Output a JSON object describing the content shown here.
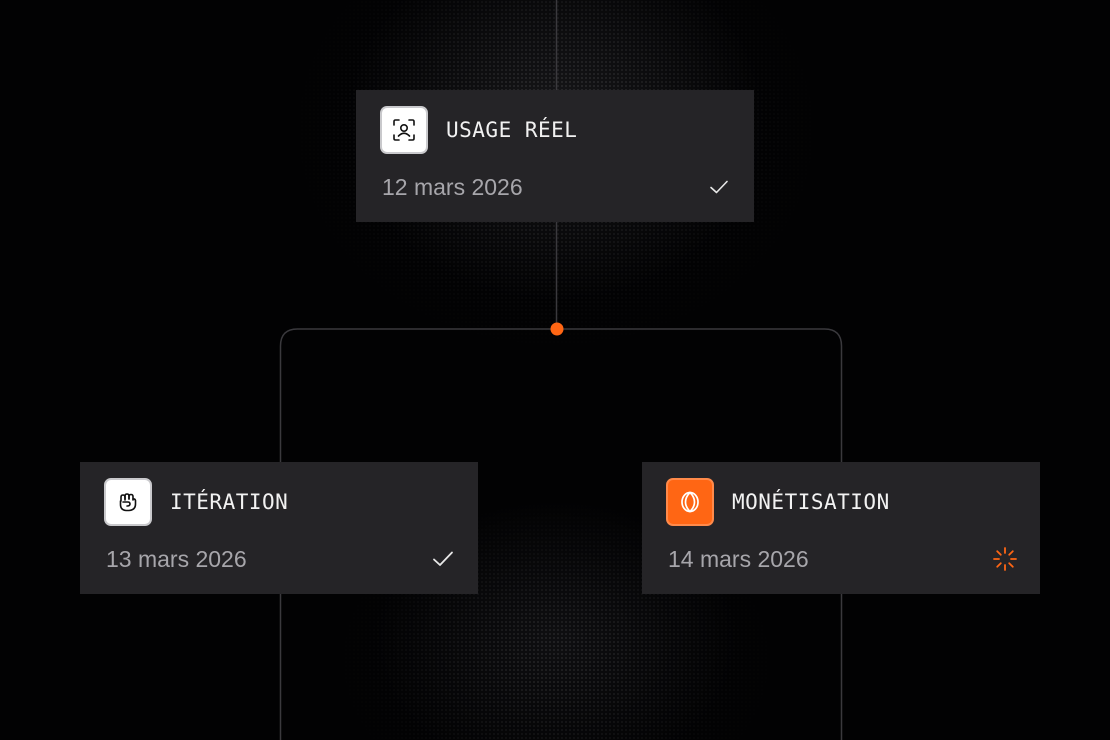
{
  "colors": {
    "background": "#020203",
    "card": "#252427",
    "accent": "#ff6614",
    "connector": "#3a393d",
    "date_text": "#a7a6ab",
    "title_text": "#f2f2f2"
  },
  "nodes": [
    {
      "title": "USAGE RÉEL",
      "date": "12 mars 2026",
      "icon": "user-focus-icon",
      "status": "completed",
      "status_icon": "check-icon"
    },
    {
      "title": "ITÉRATION",
      "date": "13 mars 2026",
      "icon": "fist-icon",
      "status": "completed",
      "status_icon": "check-icon"
    },
    {
      "title": "MONÉTISATION",
      "date": "14 mars 2026",
      "icon": "coin-icon",
      "status": "in-progress",
      "status_icon": "loading-spinner-icon"
    }
  ]
}
